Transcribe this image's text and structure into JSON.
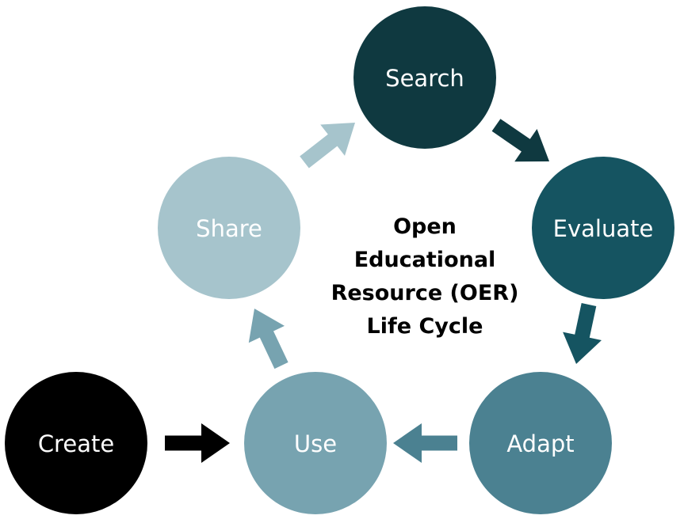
{
  "diagram": {
    "title_lines": [
      "Open",
      "Educational",
      "Resource (OER)",
      "Life Cycle"
    ],
    "nodes": [
      {
        "id": "search",
        "label": "Search",
        "color": "#0f3940"
      },
      {
        "id": "evaluate",
        "label": "Evaluate",
        "color": "#155461"
      },
      {
        "id": "adapt",
        "label": "Adapt",
        "color": "#4b8191"
      },
      {
        "id": "use",
        "label": "Use",
        "color": "#77a3b0"
      },
      {
        "id": "share",
        "label": "Share",
        "color": "#a6c4cc"
      },
      {
        "id": "create",
        "label": "Create",
        "color": "#000000"
      }
    ],
    "arrows": [
      {
        "from": "search",
        "to": "evaluate",
        "color": "#0f3940"
      },
      {
        "from": "evaluate",
        "to": "adapt",
        "color": "#155461"
      },
      {
        "from": "adapt",
        "to": "use",
        "color": "#4b8191"
      },
      {
        "from": "use",
        "to": "share",
        "color": "#77a3b0"
      },
      {
        "from": "share",
        "to": "search",
        "color": "#a6c4cc"
      },
      {
        "from": "create",
        "to": "use",
        "color": "#000000"
      }
    ]
  }
}
